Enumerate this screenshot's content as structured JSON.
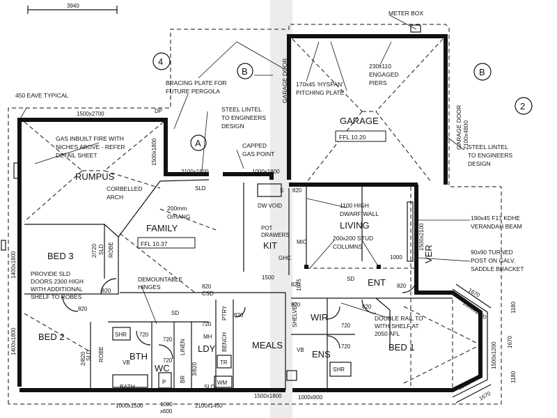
{
  "dims": {
    "d3940": "3940",
    "d1500x2700": "1500x2700",
    "d1500x1800_rumpus": "1500x1800",
    "d2100x1800": "2100x1800",
    "d1000x1800": "1000x1800",
    "d1400x1800_a": "1400x1800",
    "d1400x1800_b": "1400x1800",
    "d2100x4800": "2100x4800",
    "d1500x2100": "1500x2100",
    "d2720": "2/720",
    "d_sld1": "SLD",
    "d1500": "1500",
    "d1075": "1075",
    "d1000": "1000",
    "d820_bed3": "820",
    "d820_csd": "820",
    "d_csd": "CSD",
    "d820_bed2": "820",
    "d820_kit": "820",
    "d820_ptry": "820",
    "d820_wir": "820",
    "d820_ent": "820",
    "d820_bed1": "820",
    "d820_bed1b": "820",
    "d2820_sld": "2/820",
    "d_sld2": "SLD",
    "d720_a": "720",
    "d720_b": "720",
    "d720_c": "720",
    "d720_d": "720",
    "d720_e": "720",
    "d720_f": "720",
    "d3820": "3/820",
    "d_sld3": "SLD",
    "d1000x1500": "1000x1500",
    "d1000x600_a": "1000",
    "d1000x600_b": "x600",
    "d2100x1450": "2100x1450",
    "d1500x1800_meals": "1500x1800",
    "d1000x900": "1000x900",
    "d1670_a": "1670",
    "d1670_b": "1670",
    "d1670_c": "1670",
    "d1180_a": "1180",
    "d1180_b": "1180",
    "d1500x1200_a": "1500x1200",
    "d1500x1200_b": "1500x1200",
    "d1500x1200_c": "1500x1200",
    "d_sld4": "SLD"
  },
  "notes": {
    "meter_box": "METER BOX",
    "eave": "450 EAVE TYPICAL",
    "bracing_1": "BRACING PLATE FOR",
    "bracing_2": "FUTURE PERGOLA",
    "steel_lintel_1": "STEEL LINTEL",
    "steel_lintel_2": "TO ENGINEERS",
    "steel_lintel_3": "DESIGN",
    "garage_door_1": "GARAGE DOOR",
    "hyspan_1": "170x45 'HYSPAN'",
    "hyspan_2": "PITCHING PLATE",
    "piers_1": "230x110",
    "piers_2": "ENGAGED",
    "piers_3": "PIERS",
    "gas_fire_1": "GAS INBUILT FIRE WITH",
    "gas_fire_2": "NICHES ABOVE - REFER",
    "gas_fire_3": "DETAIL SHEET",
    "capped_1": "CAPPED",
    "capped_2": "GAS POINT",
    "garage_door_2a": "GARAGE DOOR",
    "garage_door_2b": "2100x4800",
    "steel_lintel_r1": "STEEL LINTEL",
    "steel_lintel_r2": "TO ENGINEERS",
    "steel_lintel_r3": "DESIGN",
    "corbelled_1": "CORBELLED",
    "corbelled_2": "ARCH",
    "ohang_1": "200mm",
    "ohang_2": "O/HANG",
    "dwarf_1": "1100 HIGH",
    "dwarf_2": "DWARF WALL",
    "beam_1": "190x45 F17 KDHE",
    "beam_2": "VERANDAH BEAM",
    "dw_void": "DW VOID",
    "pot_1": "POT",
    "pot_2": "DRAWERS",
    "mic": "MIC",
    "ghc": "GHC",
    "studs_1": "200x200 STUD",
    "studs_2": "COLUMNS",
    "post_1": "90x90 TURNED",
    "post_2": "POST ON GALV.",
    "post_3": "SADDLE BRACKET",
    "sld_doors_1": "PROVIDE SLD",
    "sld_doors_2": "DOORS 2300 HIGH",
    "sld_doors_3": "WITH ADDITIONAL",
    "sld_doors_4": "SHELF TO ROBES",
    "demount_1": "DEMOUNTABLE",
    "demount_2": "HINGES",
    "sd_a": "SD",
    "sd_b": "SD",
    "double_rail_1": "DOUBLE RAIL TO",
    "double_rail_2": "WITH SHELF AT",
    "double_rail_3": "2050 AFL",
    "shelves": "SHELVES",
    "s": "S",
    "dp": "DP"
  },
  "rooms": {
    "rumpus": "RUMPUS",
    "family": "FAMILY",
    "family_ffl": "FFL 10.37",
    "garage": "GARAGE",
    "garage_ffl": "FFL 10.20",
    "living": "LIVING",
    "kit": "KIT",
    "bed3": "BED 3",
    "robe_bed3": "ROBE",
    "bed2": "BED 2",
    "robe_bed2": "ROBE",
    "shr_bth": "SHR",
    "vb_bth": "VB",
    "bth": "BTH",
    "bath": "BATH",
    "wc": "WC",
    "p": "P",
    "linen": "LINEN",
    "br": "BR",
    "ldy": "LDY",
    "mh": "MH",
    "ptry": "PTRY",
    "bench": "BENCH",
    "tr": "TR",
    "wm": "WM",
    "meals": "MEALS",
    "wir": "WIR",
    "ens": "ENS",
    "vb_ens": "VB",
    "shr_ens": "SHR",
    "ent": "ENT",
    "bed1": "BED 1",
    "ver": "VER"
  },
  "markers": {
    "m4": "4",
    "mB1": "B",
    "mA": "A",
    "mB2": "B",
    "m2": "2"
  }
}
